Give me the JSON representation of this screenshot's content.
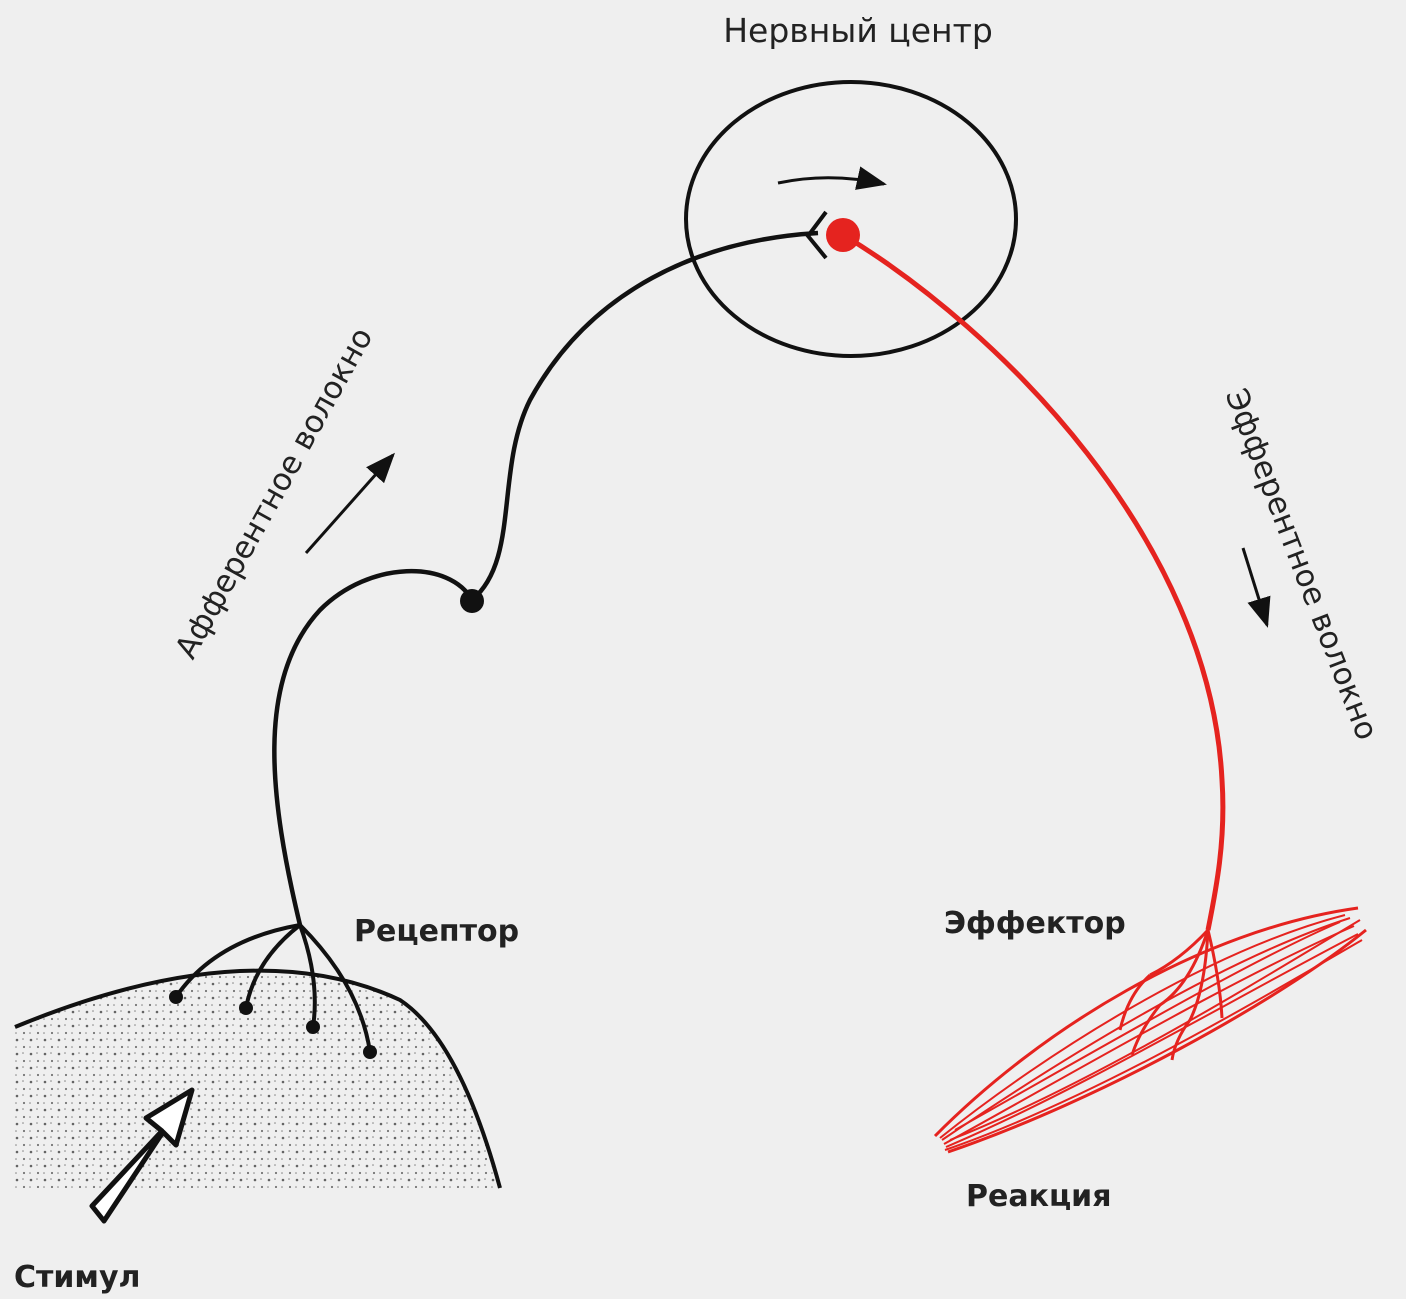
{
  "labels": {
    "nerve_center": "Нервный центр",
    "afferent_fiber": "Афферентное волокно",
    "efferent_fiber": "Эфферентное волокно",
    "receptor": "Рецептор",
    "effector": "Эффектор",
    "reaction": "Реакция",
    "stimulus": "Стимул"
  },
  "colors": {
    "background": "#efefef",
    "afferent": "#111111",
    "efferent": "#e5231f"
  }
}
